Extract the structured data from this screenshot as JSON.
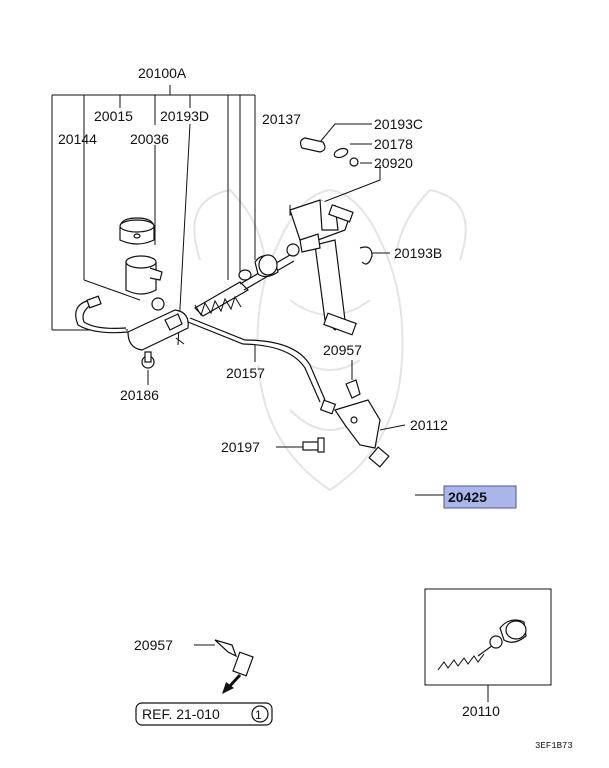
{
  "labels": {
    "p20100A": "20100A",
    "p20015": "20015",
    "p20193D": "20193D",
    "p20144": "20144",
    "p20036": "20036",
    "p20137": "20137",
    "p20193C": "20193C",
    "p20178": "20178",
    "p20920": "20920",
    "p20193B": "20193B",
    "p20957a": "20957",
    "p20186": "20186",
    "p20157": "20157",
    "p20112": "20112",
    "p20197": "20197",
    "p20425": "20425",
    "p20957b": "20957",
    "p20110": "20110"
  },
  "ref": {
    "text": "REF. 21-010",
    "circle_num": "1"
  },
  "diagram_code": "3EF1B73",
  "colors": {
    "highlight_fill": "#aab6ea",
    "highlight_stroke": "#4a56a6",
    "line": "#111111",
    "watermark": "#e4e4e4"
  }
}
